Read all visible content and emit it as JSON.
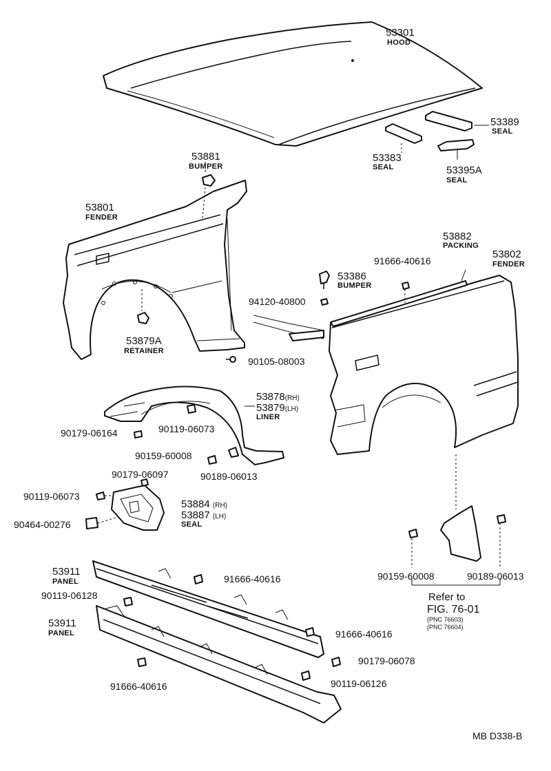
{
  "labels": {
    "hood_no": "53301",
    "hood_name": "HOOD",
    "seal1_no": "53389",
    "seal1_name": "SEAL",
    "seal2_no": "53383",
    "seal2_name": "SEAL",
    "seal3_no": "53395A",
    "seal3_name": "SEAL",
    "bumper1_no": "53881",
    "bumper1_name": "BUMPER",
    "fender_l_no": "53801",
    "fender_l_name": "FENDER",
    "packing_no": "53882",
    "packing_name": "PACKING",
    "fender_r_no": "53802",
    "fender_r_name": "FENDER",
    "b91666a": "91666-40616",
    "bumper2_no": "53386",
    "bumper2_name": "BUMPER",
    "b94120": "94120-40800",
    "retainer_no": "53879A",
    "retainer_name": "RETAINER",
    "b90105": "90105-08003",
    "liner_rh_no": "53878",
    "liner_rh_suf": "(RH)",
    "liner_lh_no": "53879",
    "liner_lh_suf": "(LH)",
    "liner_name": "LINER",
    "b90179a": "90179-06164",
    "b90119a": "90119-06073",
    "b90159a": "90159-60008",
    "b90189a": "90189-06013",
    "b90179b": "90179-06097",
    "b90119b": "90119-06073",
    "seal_rh_no": "53884",
    "seal_rh_suf": "(RH)",
    "seal_lh_no": "53887",
    "seal_lh_suf": "(LH)",
    "seal4_name": "SEAL",
    "b90464": "90464-00276",
    "panel1_no": "53911",
    "panel1_name": "PANEL",
    "b91666b": "91666-40616",
    "b90119c": "90119-06128",
    "panel2_no": "53911",
    "panel2_name": "PANEL",
    "b91666c": "91666-40616",
    "b90179c": "90179-06078",
    "b91666d": "91666-40616",
    "b90119d": "90119-06126",
    "b90159b": "90159-60008",
    "b90189b": "90189-06013",
    "refer_to": "Refer to",
    "fig": "FIG. 76-01",
    "pnc1": "(PNC 76603)",
    "pnc2": "(PNC 76604)",
    "footer": "MB  D338-B"
  }
}
